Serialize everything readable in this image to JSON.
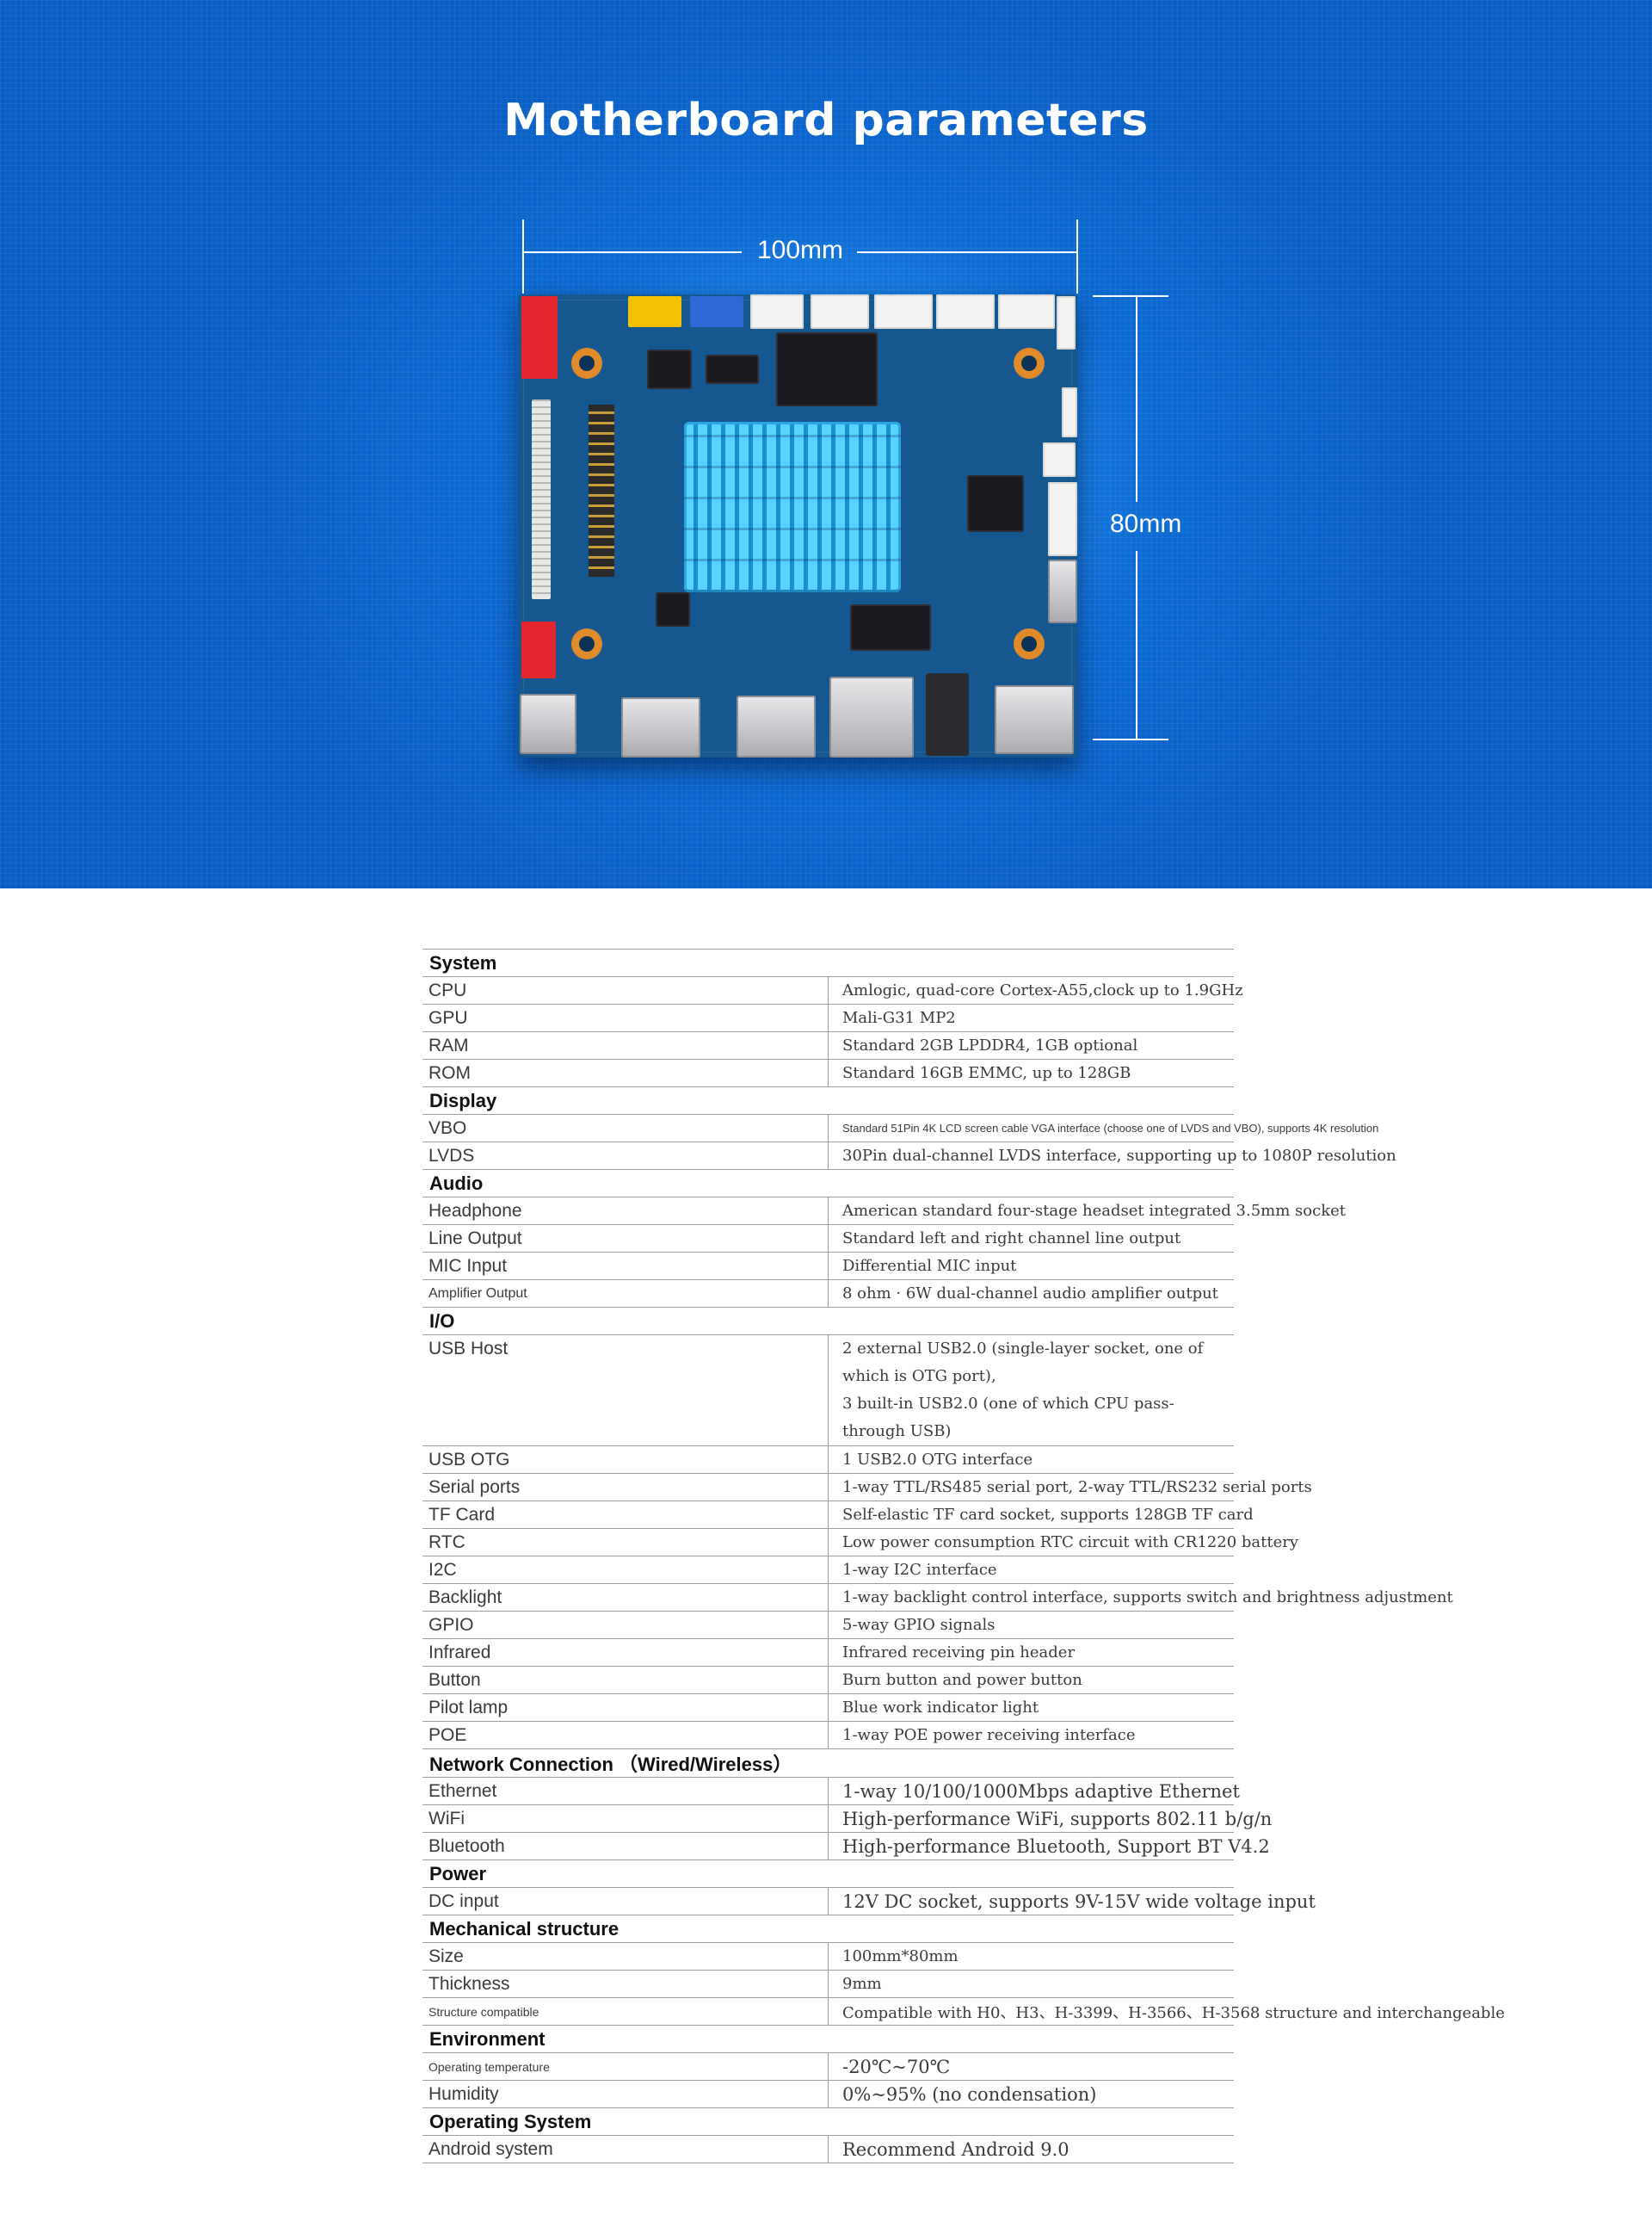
{
  "hero": {
    "title": "Motherboard parameters",
    "width_label": "100mm",
    "height_label": "80mm"
  },
  "spec": {
    "system": {
      "title": "System",
      "cpu": {
        "label": "CPU",
        "value": "Amlogic, quad-core Cortex-A55,clock up to 1.9GHz"
      },
      "gpu": {
        "label": "GPU",
        "value": "Mali-G31 MP2"
      },
      "ram": {
        "label": "RAM",
        "value": "Standard 2GB LPDDR4, 1GB optional"
      },
      "rom": {
        "label": "ROM",
        "value": "Standard 16GB EMMC, up to 128GB"
      }
    },
    "display": {
      "title": "Display",
      "vbo": {
        "label": "VBO",
        "value": "Standard 51Pin 4K LCD screen cable VGA interface (choose one of LVDS and VBO), supports 4K resolution"
      },
      "lvds": {
        "label": "LVDS",
        "value": "30Pin dual-channel LVDS interface, supporting up to 1080P resolution"
      }
    },
    "audio": {
      "title": "Audio",
      "headphone": {
        "label": "Headphone",
        "value": "American standard four-stage headset integrated 3.5mm socket"
      },
      "line_output": {
        "label": "Line Output",
        "value": "Standard left and right channel line output"
      },
      "mic_input": {
        "label": "MIC Input",
        "value": "Differential MIC input"
      },
      "amplifier_output": {
        "label": "Amplifier Output",
        "value": "8 ohm · 6W dual-channel audio amplifier output"
      }
    },
    "io": {
      "title": "I/O",
      "usb_host": {
        "label": "USB Host",
        "value_line1": "2 external USB2.0 (single-layer socket, one of which is OTG port),",
        "value_line2": "3 built-in USB2.0 (one of which CPU pass-through USB)"
      },
      "usb_otg": {
        "label": "USB OTG",
        "value": "1 USB2.0 OTG interface"
      },
      "serial_ports": {
        "label": "Serial ports",
        "value": "1-way TTL/RS485 serial port, 2-way TTL/RS232 serial ports"
      },
      "tf_card": {
        "label": "TF Card",
        "value": "Self-elastic TF card socket, supports 128GB TF card"
      },
      "rtc": {
        "label": "RTC",
        "value": "Low power consumption RTC circuit with CR1220 battery"
      },
      "i2c": {
        "label": "I2C",
        "value": "1-way I2C interface"
      },
      "backlight": {
        "label": "Backlight",
        "value": "1-way backlight control interface, supports switch and brightness adjustment"
      },
      "gpio": {
        "label": "GPIO",
        "value": "5-way GPIO signals"
      },
      "infrared": {
        "label": "Infrared",
        "value": "Infrared receiving pin header"
      },
      "button": {
        "label": "Button",
        "value": "Burn button and power button"
      },
      "pilot_lamp": {
        "label": "Pilot lamp",
        "value": "Blue work indicator light"
      },
      "poe": {
        "label": "POE",
        "value": "1-way POE power receiving interface"
      }
    },
    "network": {
      "title": "Network Connection （Wired/Wireless）",
      "ethernet": {
        "label": "Ethernet",
        "value": "1-way 10/100/1000Mbps adaptive Ethernet"
      },
      "wifi": {
        "label": "WiFi",
        "value": "High-performance WiFi, supports 802.11 b/g/n"
      },
      "bluetooth": {
        "label": "Bluetooth",
        "value": "High-performance Bluetooth, Support BT V4.2"
      }
    },
    "power": {
      "title": "Power",
      "dc_input": {
        "label": "DC input",
        "value": "12V DC socket, supports 9V-15V wide voltage input"
      }
    },
    "mechanical": {
      "title": "Mechanical structure",
      "size": {
        "label": "Size",
        "value": "100mm*80mm"
      },
      "thickness": {
        "label": "Thickness",
        "value": "9mm"
      },
      "structure_compatible": {
        "label": "Structure compatible",
        "value": "Compatible with H0、H3、H-3399、H-3566、H-3568 structure and interchangeable"
      }
    },
    "environment": {
      "title": "Environment",
      "operating_temperature": {
        "label": "Operating temperature",
        "value": "-20℃~70℃"
      },
      "humidity": {
        "label": "Humidity",
        "value": "0%~95% (no condensation)"
      }
    },
    "os": {
      "title": "Operating System",
      "android_system": {
        "label": "Android system",
        "value": "Recommend Android 9.0"
      }
    }
  }
}
